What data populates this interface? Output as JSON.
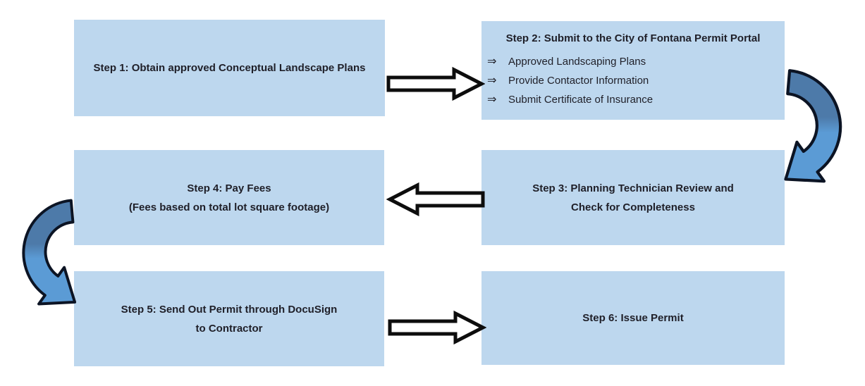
{
  "diagram": {
    "colors": {
      "background": "#ffffff",
      "box_fill": "#BDD7EE",
      "text_color": "#1f1f28",
      "straight_arrow_fill": "#ffffff",
      "straight_arrow_outline": "#0d0d0d",
      "curved_arrow_dark": "#4d7aa9",
      "curved_arrow_light": "#5b9bd5",
      "curved_arrow_outline": "#0c1424"
    },
    "steps": [
      {
        "id": 1,
        "lines": [
          "Step 1: Obtain approved Conceptual Landscape Plans"
        ]
      },
      {
        "id": 2,
        "title": "Step 2: Submit to the City of Fontana Permit Portal",
        "bullet_char": "⇒",
        "bullets": [
          "Approved Landscaping Plans",
          "Provide Contactor Information",
          "Submit Certificate of Insurance"
        ]
      },
      {
        "id": 3,
        "lines": [
          "Step 3: Planning Technician Review and",
          "Check for Completeness"
        ]
      },
      {
        "id": 4,
        "lines": [
          "Step 4: Pay Fees",
          "(Fees based on total lot square footage)"
        ]
      },
      {
        "id": 5,
        "lines": [
          "Step 5: Send Out Permit through DocuSign",
          "to Contractor"
        ]
      },
      {
        "id": 6,
        "lines": [
          "Step 6: Issue Permit"
        ]
      }
    ],
    "connectors": [
      {
        "from": 1,
        "to": 2,
        "type": "straight-right"
      },
      {
        "from": 2,
        "to": 3,
        "type": "curved-down-right"
      },
      {
        "from": 3,
        "to": 4,
        "type": "straight-left"
      },
      {
        "from": 4,
        "to": 5,
        "type": "curved-down-left"
      },
      {
        "from": 5,
        "to": 6,
        "type": "straight-right"
      }
    ]
  }
}
